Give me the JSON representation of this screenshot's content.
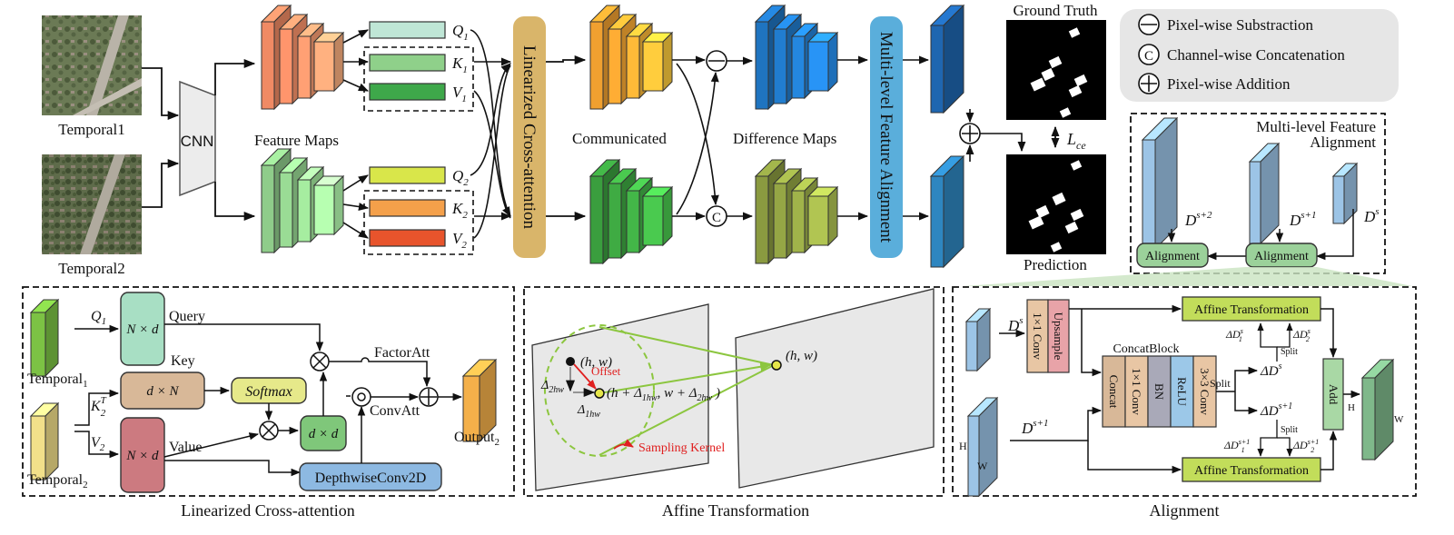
{
  "colors": {
    "peach": "#f2a98a",
    "green_light": "#a9d8a5",
    "orange": "#f4b04a",
    "green_dark": "#3fa84a",
    "blue": "#2f7fc6",
    "blue_dark": "#1f5fa8",
    "gold": "#d9b56a",
    "cyan_panel": "#5aaedb",
    "mint": "#9fd8c0",
    "tan": "#d8b898",
    "rose": "#c97a80",
    "lime": "#c8dd4a",
    "orange_red": "#e8542c",
    "light_blue": "#9cc4e6",
    "yellow_green": "#b7d34c",
    "align_green": "#9bd19a",
    "dw_blue": "#8db9e2"
  },
  "icons": [
    "minus-circle-icon",
    "c-circle-icon",
    "plus-circle-icon",
    "times-circle-icon",
    "dot-circle-icon"
  ],
  "top": {
    "temporal1": "Temporal1",
    "temporal2": "Temporal2",
    "cnn": "CNN",
    "feature_maps": "Feature Maps",
    "q1": "Q",
    "q1_sub": "1",
    "k1": "K",
    "k1_sub": "1",
    "v1": "V",
    "v1_sub": "1",
    "q2": "Q",
    "q2_sub": "2",
    "k2": "K",
    "k2_sub": "2",
    "v2": "V",
    "v2_sub": "2",
    "linearized": "Linearized Cross-attention",
    "communicated": "Communicated",
    "difference_maps": "Difference Maps",
    "mlfa": "Multi-level Feature Alignment",
    "ground_truth": "Ground Truth",
    "prediction": "Prediction",
    "lce": "L",
    "lce_sub": "ce",
    "c_symbol": "C"
  },
  "legend": {
    "sub": "Pixel-wise Substraction",
    "concat": "Channel-wise Concatenation",
    "add": "Pixel-wise Addition"
  },
  "mlfa_box": {
    "title1": "Multi-level Feature",
    "title2": "Alignment",
    "ds2": "D",
    "ds2_sup": "s+2",
    "ds1": "D",
    "ds1_sup": "s+1",
    "ds": "D",
    "ds_sup": "s",
    "alignment": "Alignment"
  },
  "lca_panel": {
    "q1": "Q",
    "q1_sub": "1",
    "k2": "K",
    "k2_sub": "2",
    "k2_sup": "T",
    "v2": "V",
    "v2_sub": "2",
    "nd1": "N × d",
    "dn": "d × N",
    "nd2": "N × d",
    "query": "Query",
    "key": "Key",
    "value": "Value",
    "softmax": "Softmax",
    "dd": "d × d",
    "factoratt": "FactorAtt",
    "convatt": "ConvAtt",
    "dwconv": "DepthwiseConv2D",
    "temporal1": "Temporal",
    "temporal1_sub": "1",
    "temporal2": "Temporal",
    "temporal2_sub": "2",
    "output": "Output",
    "output_sub": "2",
    "caption": "Linearized Cross-attention"
  },
  "affine_panel": {
    "hw1": "(h, w)",
    "offset": "Offset",
    "d2": "Δ",
    "d2_sub": "2hw",
    "d1": "Δ",
    "d1_sub": "1hw",
    "shifted": "(h + Δ",
    "shifted_sub1": "1hw",
    "shifted_mid": ", w + Δ",
    "shifted_sub2": "2hw",
    "shifted_end": " )",
    "sampling": "Sampling Kernel",
    "hw2": "(h, w)",
    "caption": "Affine Transformation"
  },
  "align_panel": {
    "ds": "D",
    "ds_sup": "s",
    "ds1": "D",
    "ds1_sup": "s+1",
    "conv11": "1×1 Conv",
    "upsample": "Upsample",
    "concatblock": "ConcatBlock",
    "concat": "Concat",
    "conv11b": "1×1 Conv",
    "bn": "BN",
    "relu": "ReLU",
    "conv33": "3×3 Conv",
    "split": "Split",
    "affine": "Affine Transformation",
    "add": "Add",
    "delta_ds": "ΔD",
    "delta_ds_sup": "s",
    "delta_ds1": "ΔD",
    "delta_ds1_sup": "s+1",
    "d1s": "ΔD",
    "d1s_sup": "s",
    "d1s_sub": "1",
    "d2s": "ΔD",
    "d2s_sup": "s",
    "d2s_sub": "2",
    "d1s1": "ΔD",
    "d1s1_sup": "s+1",
    "d1s1_sub": "1",
    "d2s1": "ΔD",
    "d2s1_sup": "s+1",
    "d2s1_sub": "2",
    "h": "H",
    "w": "W",
    "h2": "H",
    "w2": "W",
    "caption": "Alignment"
  }
}
